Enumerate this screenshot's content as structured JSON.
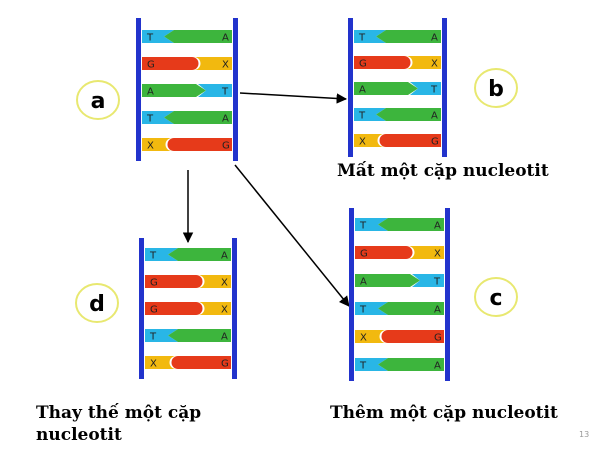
{
  "colors": {
    "T": "#29b6e6",
    "A": "#3db53d",
    "G": "#e63a1a",
    "X": "#f2b90f",
    "rail": "#2233cc",
    "badge_border": "#e8e870"
  },
  "strands": [
    {
      "id": "a",
      "label": "a",
      "pairs": [
        [
          "T",
          "A"
        ],
        [
          "G",
          "X"
        ],
        [
          "A",
          "T"
        ],
        [
          "T",
          "A"
        ],
        [
          "X",
          "G"
        ]
      ]
    },
    {
      "id": "b",
      "label": "b",
      "pairs": [
        [
          "T",
          "A"
        ],
        [
          "G",
          "X"
        ],
        [
          "A",
          "T"
        ],
        [
          "T",
          "A"
        ],
        [
          "X",
          "G"
        ]
      ]
    },
    {
      "id": "c",
      "label": "c",
      "pairs": [
        [
          "T",
          "A"
        ],
        [
          "G",
          "X"
        ],
        [
          "A",
          "T"
        ],
        [
          "T",
          "A"
        ],
        [
          "X",
          "G"
        ],
        [
          "T",
          "A"
        ]
      ]
    },
    {
      "id": "d",
      "label": "d",
      "pairs": [
        [
          "T",
          "A"
        ],
        [
          "G",
          "X"
        ],
        [
          "G",
          "X"
        ],
        [
          "T",
          "A"
        ],
        [
          "X",
          "G"
        ]
      ]
    }
  ],
  "captions": {
    "b": "Mất một cặp nucleotit",
    "c": "Thêm một cặp nucleotit",
    "d": "Thay thế một cặp nucleotit"
  },
  "page_number": "13"
}
